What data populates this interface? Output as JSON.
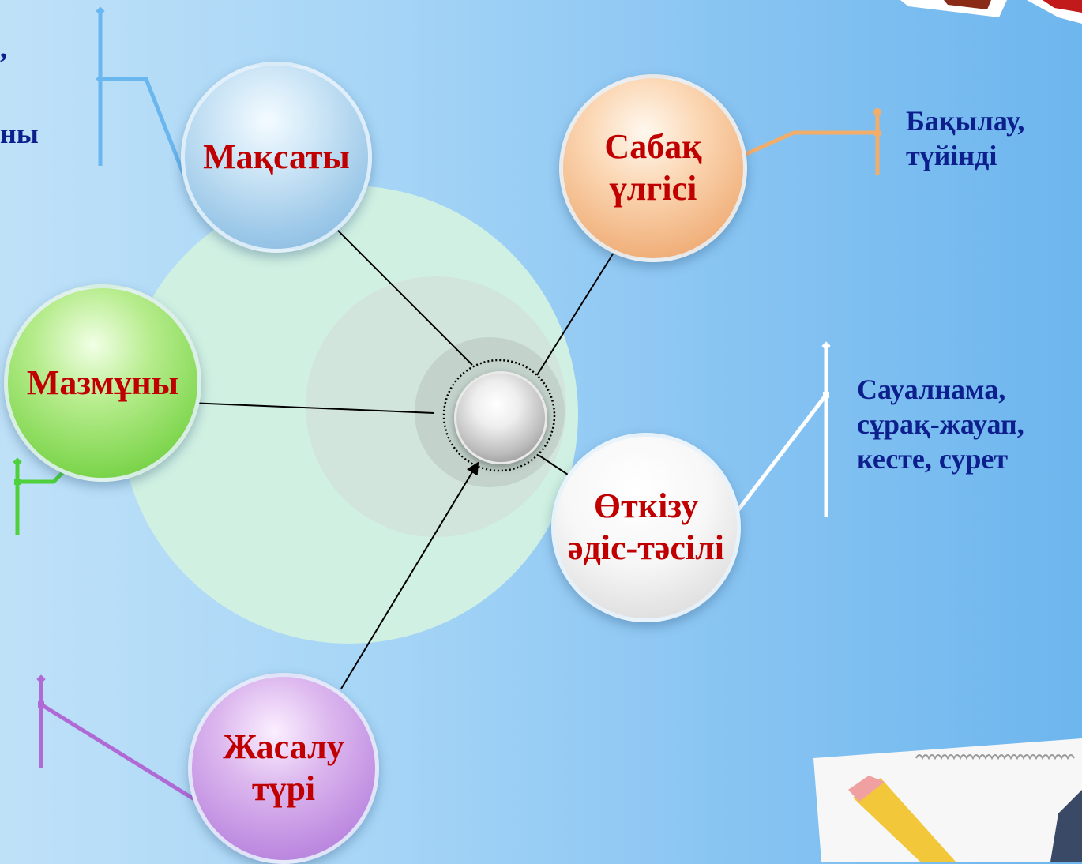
{
  "diagram": {
    "center": {
      "name": "center-ball"
    },
    "nodes": [
      {
        "id": "maksaty",
        "label": "Мақсаты"
      },
      {
        "id": "sabak",
        "label": "Сабақ\nүлгісі"
      },
      {
        "id": "mazmuny",
        "label": "Мазмұны"
      },
      {
        "id": "otkizu",
        "label": "Өткізу\nәдіс-тәсілі"
      },
      {
        "id": "zhasalu",
        "label": "Жасалу\nтүрі"
      }
    ],
    "notes": {
      "sabak": "Бақылау,\nтүйінді",
      "otkizu": "Сауалнама,\nсұрақ-жауап,\nкесте, сурет",
      "left_fragment_1": ",",
      "left_fragment_2": "ны"
    },
    "colors": {
      "label": "#c00000",
      "note_text": "#0d1f8c",
      "maksaty_line": "#6ab6ef",
      "sabak_line": "#f2ad6b",
      "mazmuny_line": "#4fd13b",
      "otkizu_line": "#ffffff",
      "zhasalu_line": "#b06ad6"
    }
  }
}
